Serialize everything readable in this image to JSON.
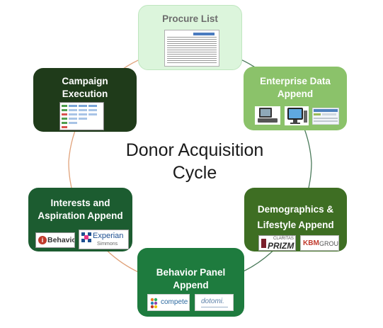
{
  "diagram": {
    "center_title": [
      "Donor Acquisition",
      "Cycle"
    ],
    "colors": {
      "ring_left": "#e0a27a",
      "ring_right": "#4a7a5a",
      "procure_bg": "#dcf5dc",
      "enterprise_bg": "#8bc26a",
      "demographics_bg": "#3e6e23",
      "behavior_bg": "#1e7b3e",
      "interests_bg": "#1c5c30",
      "campaign_bg": "#1f3b1a"
    },
    "steps": {
      "procure": {
        "title": [
          "Procure List"
        ],
        "image": "spreadsheet-thumbnail"
      },
      "enterprise": {
        "title": [
          "Enterprise Data",
          "Append"
        ],
        "images": [
          "computer-terminal-icon",
          "desktop-monitor-icon",
          "software-screenshot-icon"
        ]
      },
      "demographics": {
        "title": [
          "Demographics &",
          "Lifestyle Append"
        ],
        "logos": {
          "claritas_small": "CLARITAS",
          "prizm": "PRIZM",
          "kbm": "KBM",
          "kbm_group": "GROUP"
        }
      },
      "behavior": {
        "title": [
          "Behavior Panel",
          "Append"
        ],
        "logos": {
          "compete": "compete",
          "dotomi": "dotomi."
        }
      },
      "interests": {
        "title": [
          "Interests and",
          "Aspiration Append"
        ],
        "logos": {
          "ibehavior": "Behavior",
          "experian": "Experian",
          "simmons": "Simmons"
        }
      },
      "campaign": {
        "title": [
          "Campaign",
          "Execution"
        ],
        "image": "campaign-flow-screenshot"
      }
    }
  }
}
